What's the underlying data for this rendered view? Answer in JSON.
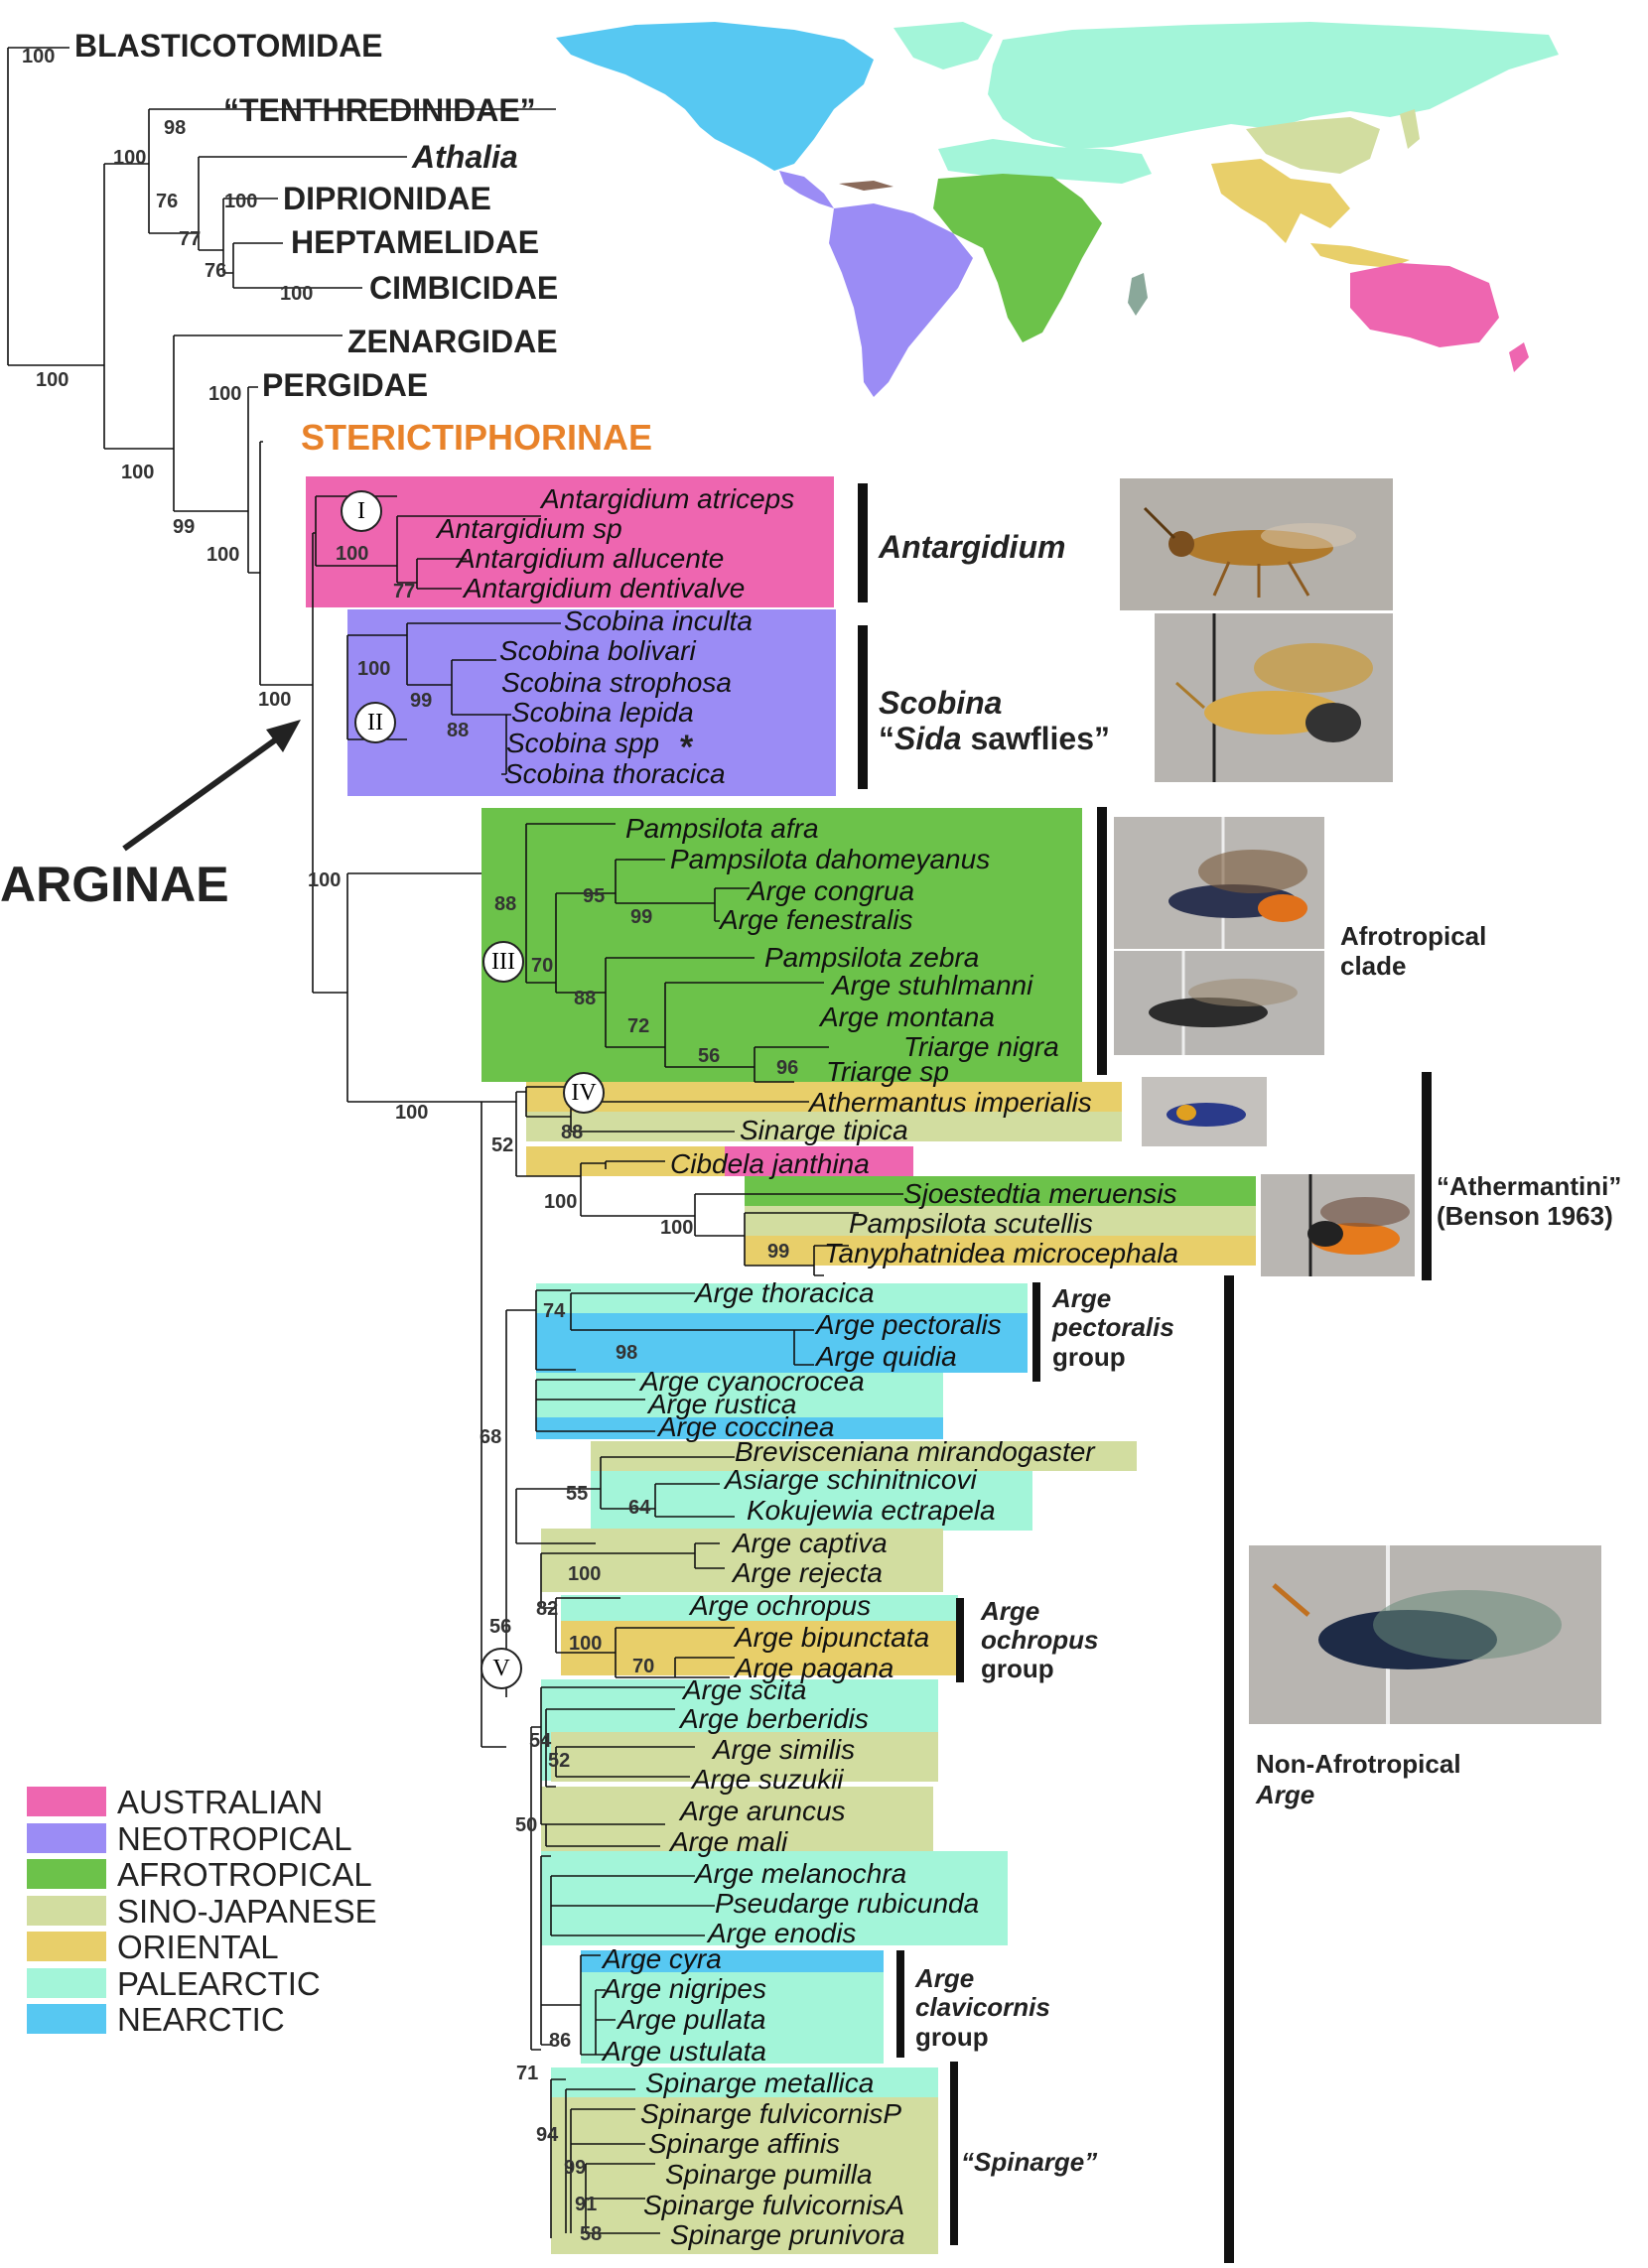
{
  "colors": {
    "australian": "#ee66b0",
    "neotropical": "#9b8cf5",
    "afrotropical": "#6cc24a",
    "sino_japanese": "#d2dda0",
    "oriental": "#e8cf6a",
    "palearctic": "#a3f5d9",
    "nearctic": "#57c8f2",
    "stericti": "#e8822a"
  },
  "families": {
    "blasti": "BLASTICOTOMIDAE",
    "tenth": "“TENTHREDINIDAE”",
    "athalia": "Athalia",
    "dipri": "DIPRIONIDAE",
    "hepta": "HEPTAMELIDAE",
    "cimbi": "CIMBICIDAE",
    "zenar": "ZENARGIDAE",
    "perg": "PERGIDAE",
    "steri": "STERICTIPHORINAE"
  },
  "arginae_label": "ARGINAE",
  "clade_numerals": [
    "I",
    "II",
    "III",
    "IV",
    "V"
  ],
  "taxa": {
    "ant": [
      "Antargidium atriceps",
      "Antargidium sp",
      "Antargidium allucente",
      "Antargidium dentivalve"
    ],
    "sco": [
      "Scobina inculta",
      "Scobina bolivari",
      "Scobina strophosa",
      "Scobina lepida",
      "Scobina spp",
      "Scobina thoracica"
    ],
    "afr": [
      "Pampsilota afra",
      "Pampsilota dahomeyanus",
      "Arge congrua",
      "Arge fenestralis",
      "Pampsilota zebra",
      "Arge stuhlmanni",
      "Arge montana",
      "Triarge nigra",
      "Triarge sp"
    ],
    "ath": [
      "Athermantus imperialis",
      "Sinarge tipica",
      "Cibdela janthina",
      "Sjoestedtia meruensis",
      "Pampsilota scutellis",
      "Tanyphatnidea microcephala"
    ],
    "v": [
      "Arge thoracica",
      "Arge pectoralis",
      "Arge quidia",
      "Arge cyanocrocea",
      "Arge rustica",
      "Arge coccinea",
      "Brevisceniana mirandogaster",
      "Asiarge schinitnicovi",
      "Kokujewia ectrapela",
      "Arge captiva",
      "Arge rejecta",
      "Arge ochropus",
      "Arge bipunctata",
      "Arge pagana",
      "Arge scita",
      "Arge berberidis",
      "Arge similis",
      "Arge suzukii",
      "Arge aruncus",
      "Arge mali",
      "Arge melanochra",
      "Pseudarge rubicunda",
      "Arge enodis",
      "Arge cyra",
      "Arge nigripes",
      "Arge pullata",
      "Arge ustulata",
      "Spinarge metallica",
      "Spinarge fulvicornisP",
      "Spinarge affinis",
      "Spinarge pumilla",
      "Spinarge fulvicornisA",
      "Spinarge prunivora"
    ]
  },
  "asterisk": "*",
  "support_values": [
    "100",
    "98",
    "100",
    "76",
    "100",
    "77",
    "76",
    "100",
    "100",
    "100",
    "100",
    "99",
    "100",
    "100",
    "100",
    "77",
    "100",
    "99",
    "88",
    "100",
    "88",
    "95",
    "99",
    "70",
    "88",
    "72",
    "56",
    "96",
    "100",
    "88",
    "52",
    "100",
    "100",
    "99",
    "74",
    "98",
    "68",
    "55",
    "64",
    "100",
    "82",
    "56",
    "100",
    "70",
    "54",
    "52",
    "50",
    "86",
    "71",
    "94",
    "99",
    "91",
    "58"
  ],
  "group_labels": {
    "antargidium": "Antargidium",
    "scobina": "Scobina",
    "sida": "“Sida sawflies”",
    "sida_italic": "Sida",
    "sida_rest": " sawflies”",
    "sida_open": "“",
    "afro1": "Afrotropical",
    "afro2": "clade",
    "athe1": "“Athermantini”",
    "athe2": "(Benson 1963)",
    "pect1": "Arge",
    "pect2": "pectoralis",
    "pect3": "group",
    "ochr1": "Arge",
    "ochr2": "ochropus",
    "ochr3": "group",
    "clav1": "Arge",
    "clav2": "clavicornis",
    "clav3": "group",
    "spin": "“Spinarge”",
    "nonafr1": "Non-Afrotropical",
    "nonafr2": "Arge"
  },
  "legend": [
    "AUSTRALIAN",
    "NEOTROPICAL",
    "AFROTROPICAL",
    "SINO-JAPANESE",
    "ORIENTAL",
    "PALEARCTIC",
    "NEARCTIC"
  ]
}
